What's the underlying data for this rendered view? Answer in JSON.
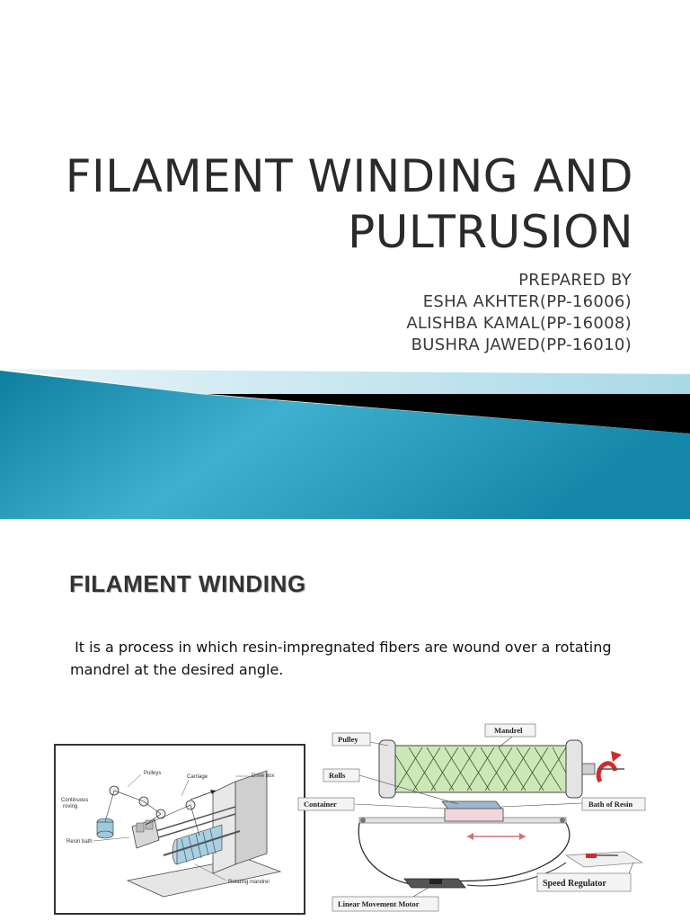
{
  "slide1": {
    "title_line1": "FILAMENT WINDING AND",
    "title_line2": "PULTRUSION",
    "prepared_by": "PREPARED BY",
    "authors": [
      "ESHA AKHTER(PP-16006)",
      "ALISHBA KAMAL(PP-16008)",
      "BUSHRA JAWED(PP-16010)"
    ],
    "colors": {
      "band_teal": "#1a93b3",
      "band_black": "#000000",
      "band_light": "#bfe3ee"
    }
  },
  "slide2": {
    "heading": "FILAMENT WINDING",
    "body_line1": " It is a process in which resin-impregnated fibers are wound over a rotating",
    "body_line2": "mandrel at the desired angle.",
    "figure1_labels": {
      "pulleys": "Pulleys",
      "carriage": "Carriage",
      "drive_box": "Drive box",
      "roving_1": "Continuous",
      "roving_2": "roving",
      "resin_bath": "Resin bath",
      "rotating_mandrel": "Rotating mandrel"
    },
    "figure2_labels": {
      "pulley": "Pulley",
      "mandrel": "Mandrel",
      "rolls": "Rolls",
      "container": "Container",
      "bath_of_resin": "Bath of Resin",
      "linear_movement_motor": "Linear Movement Motor",
      "speed_regulator": "Speed Regulator"
    }
  }
}
